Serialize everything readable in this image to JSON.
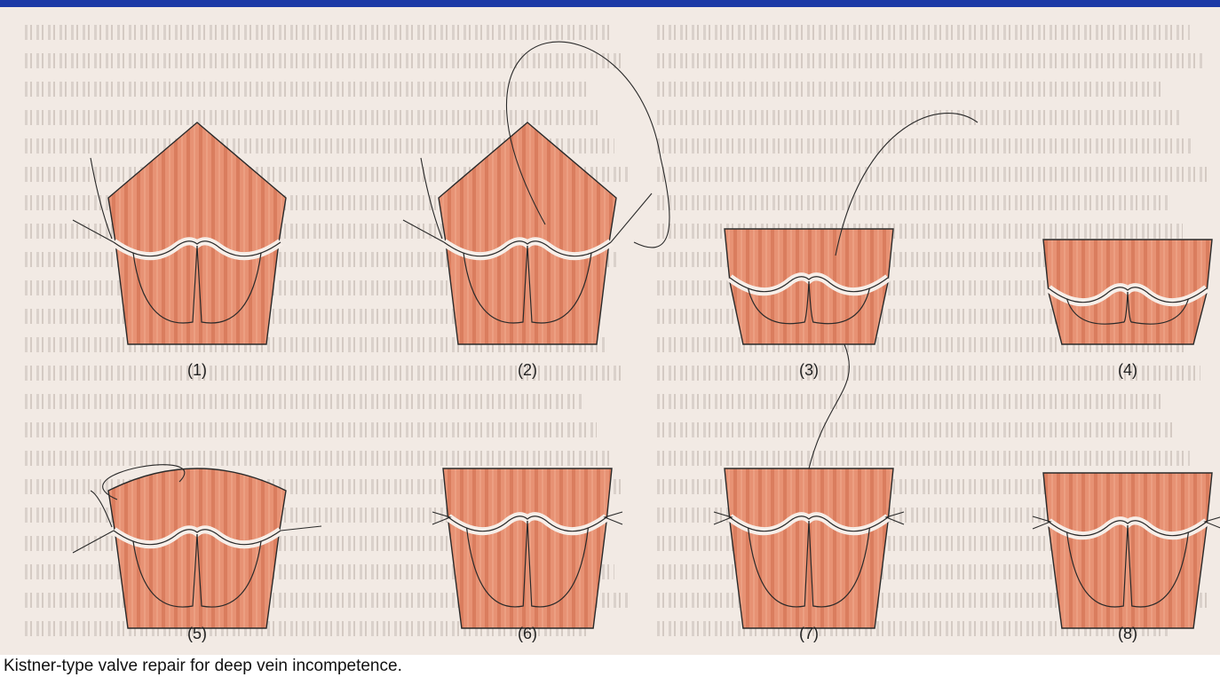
{
  "figure": {
    "panels": [
      {
        "label": "(1)"
      },
      {
        "label": "(2)"
      },
      {
        "label": "(3)"
      },
      {
        "label": "(4)"
      },
      {
        "label": "(5)"
      },
      {
        "label": "(6)"
      },
      {
        "label": "(7)"
      },
      {
        "label": "(8)"
      }
    ]
  },
  "caption": "Kistner-type valve repair for deep vein incompetence.",
  "colors": {
    "frame": "#1d3aa6",
    "page": "#f2eae4",
    "vein_fill": "#e38a6a",
    "vein_stripe": "#c8603f",
    "outline": "#2a2a2a"
  }
}
